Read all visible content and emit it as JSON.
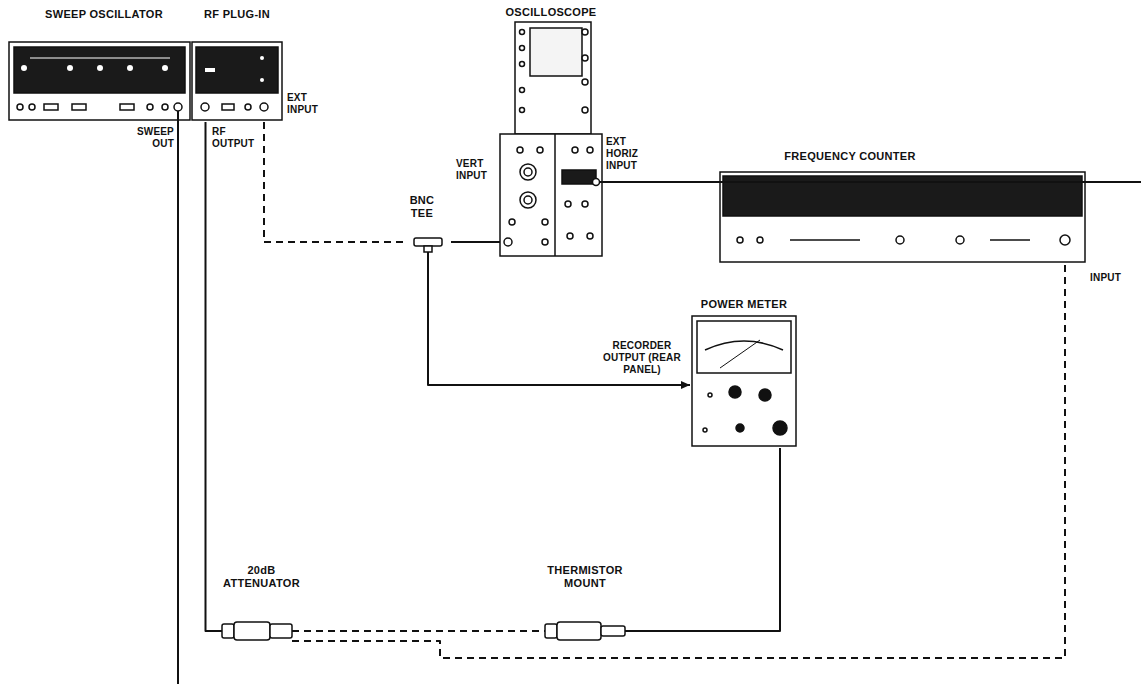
{
  "diagram": {
    "nodes": [
      {
        "text": [
          "SWEEP OSCILLATOR"
        ]
      },
      {
        "text": [
          "RF PLUG-IN"
        ]
      },
      {
        "text": [
          "OSCILLOSCOPE"
        ]
      },
      {
        "text": [
          "FREQUENCY COUNTER"
        ]
      },
      {
        "text": [
          "POWER METER"
        ]
      },
      {
        "text": [
          "BNC TEE"
        ]
      },
      {
        "text": [
          "20dB ATTENUATOR"
        ]
      },
      {
        "text": [
          "THERMISTOR MOUNT"
        ]
      }
    ],
    "edges": [
      {
        "from": 1,
        "to": 5,
        "arrow": "none"
      },
      {
        "from": 5,
        "to": 2,
        "arrow": "none"
      },
      {
        "from": 5,
        "to": 4,
        "arrow": "to"
      },
      {
        "from": 1,
        "to": 6,
        "arrow": "none"
      },
      {
        "from": 6,
        "to": 7,
        "arrow": "none"
      },
      {
        "from": 6,
        "to": 3,
        "arrow": "none"
      },
      {
        "from": 7,
        "to": 4,
        "arrow": "none"
      }
    ],
    "labels": [
      "SWEEP OUT",
      "RF OUTPUT",
      "EXT INPUT",
      "VERT INPUT",
      "EXT HORIZ INPUT",
      "INPUT",
      "RECORDER OUTPUT (REAR PANEL)"
    ]
  }
}
